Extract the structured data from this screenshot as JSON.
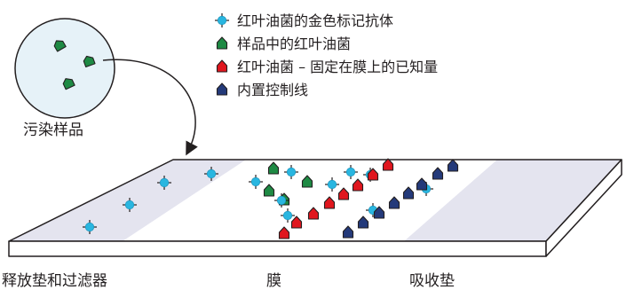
{
  "legend": {
    "items": [
      {
        "icon": "gold-labeled-antibody-icon",
        "label": "红叶油菌的金色标记抗体",
        "color": "#29b6e0"
      },
      {
        "icon": "sample-bacteria-icon",
        "label": "样品中的红叶油菌",
        "color": "#1e8a44"
      },
      {
        "icon": "fixed-antigen-icon",
        "label": "红叶油菌 – 固定在膜上的已知量",
        "color": "#e0161e"
      },
      {
        "icon": "internal-control-icon",
        "label": "内置控制线",
        "color": "#243a7a"
      }
    ]
  },
  "sample": {
    "label": "污染样品"
  },
  "strip": {
    "labels": {
      "pad": "释放垫和过滤器",
      "membrane": "膜",
      "absorbent": "吸收垫"
    }
  },
  "colors": {
    "antibody": "#29b6e0",
    "sample_bacteria": "#1e8a44",
    "fixed_antigen": "#e0161e",
    "control": "#243a7a",
    "circle_fill": "#e6f2f8",
    "pad_fill": "#e4e4ef"
  }
}
